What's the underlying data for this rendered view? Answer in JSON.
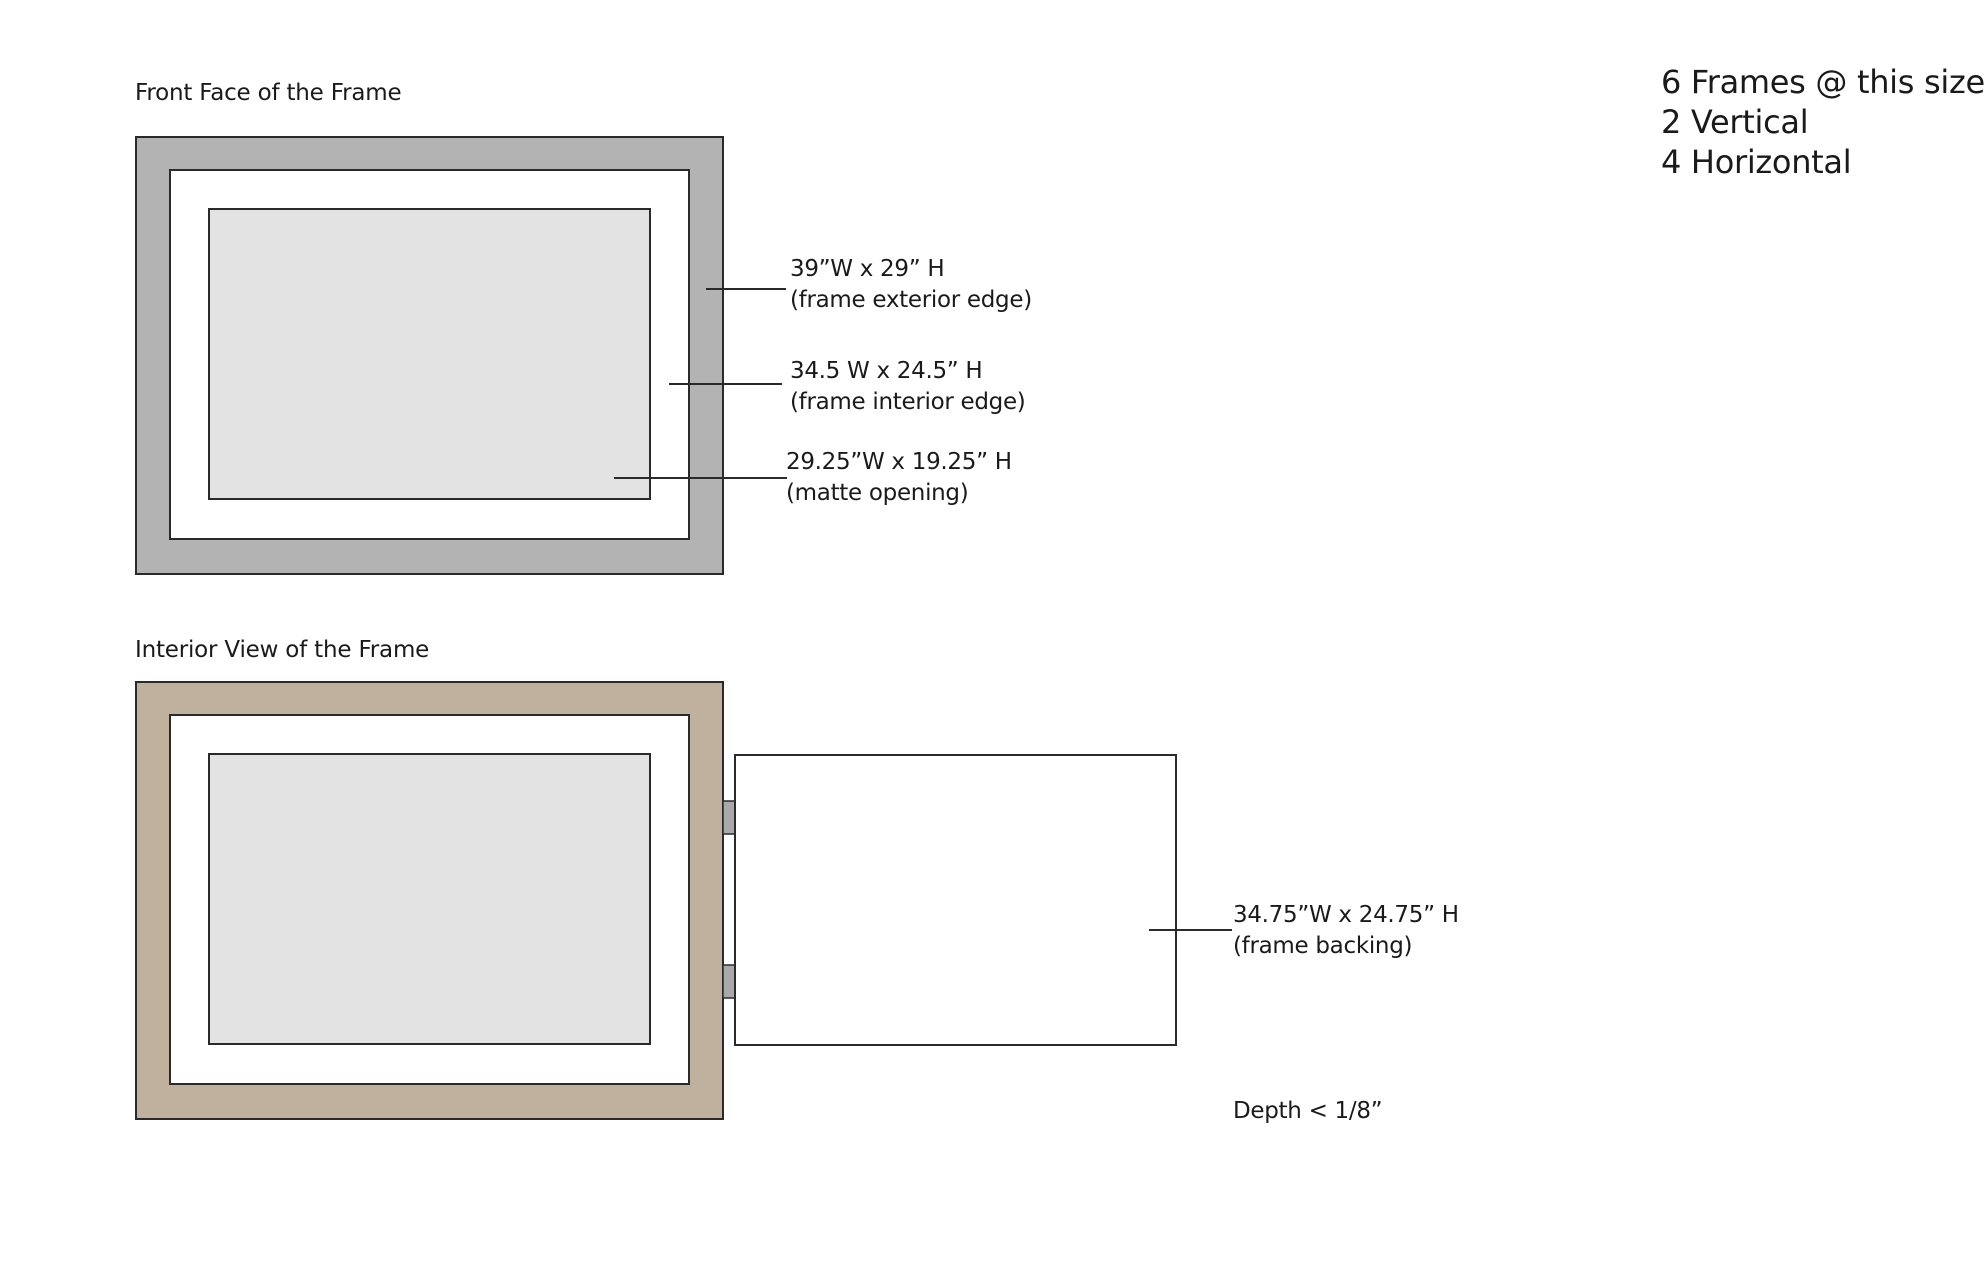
{
  "front_view": {
    "title": "Front Face of the Frame",
    "callouts": [
      {
        "line1": "39”W x 29” H",
        "line2": "(frame exterior edge)"
      },
      {
        "line1": "34.5 W x 24.5” H",
        "line2": "(frame interior edge)"
      },
      {
        "line1": "29.25”W x 19.25” H",
        "line2": "(matte opening)"
      }
    ]
  },
  "interior_view": {
    "title": "Interior View of the Frame",
    "callouts": [
      {
        "line1": "34.75”W x 24.75” H",
        "line2": "(frame backing)"
      }
    ],
    "depth_note": "Depth < 1/8”"
  },
  "summary": {
    "lines": [
      "6 Frames @ this size",
      "2 Vertical",
      "4 Horizontal"
    ]
  },
  "colors": {
    "front_frame": "#b3b3b3",
    "interior_frame": "#c0b19f",
    "matte": "#ffffff",
    "opening": "#e3e3e3",
    "hinge": "#a9a9a9",
    "stroke": "#2a2a2a"
  }
}
